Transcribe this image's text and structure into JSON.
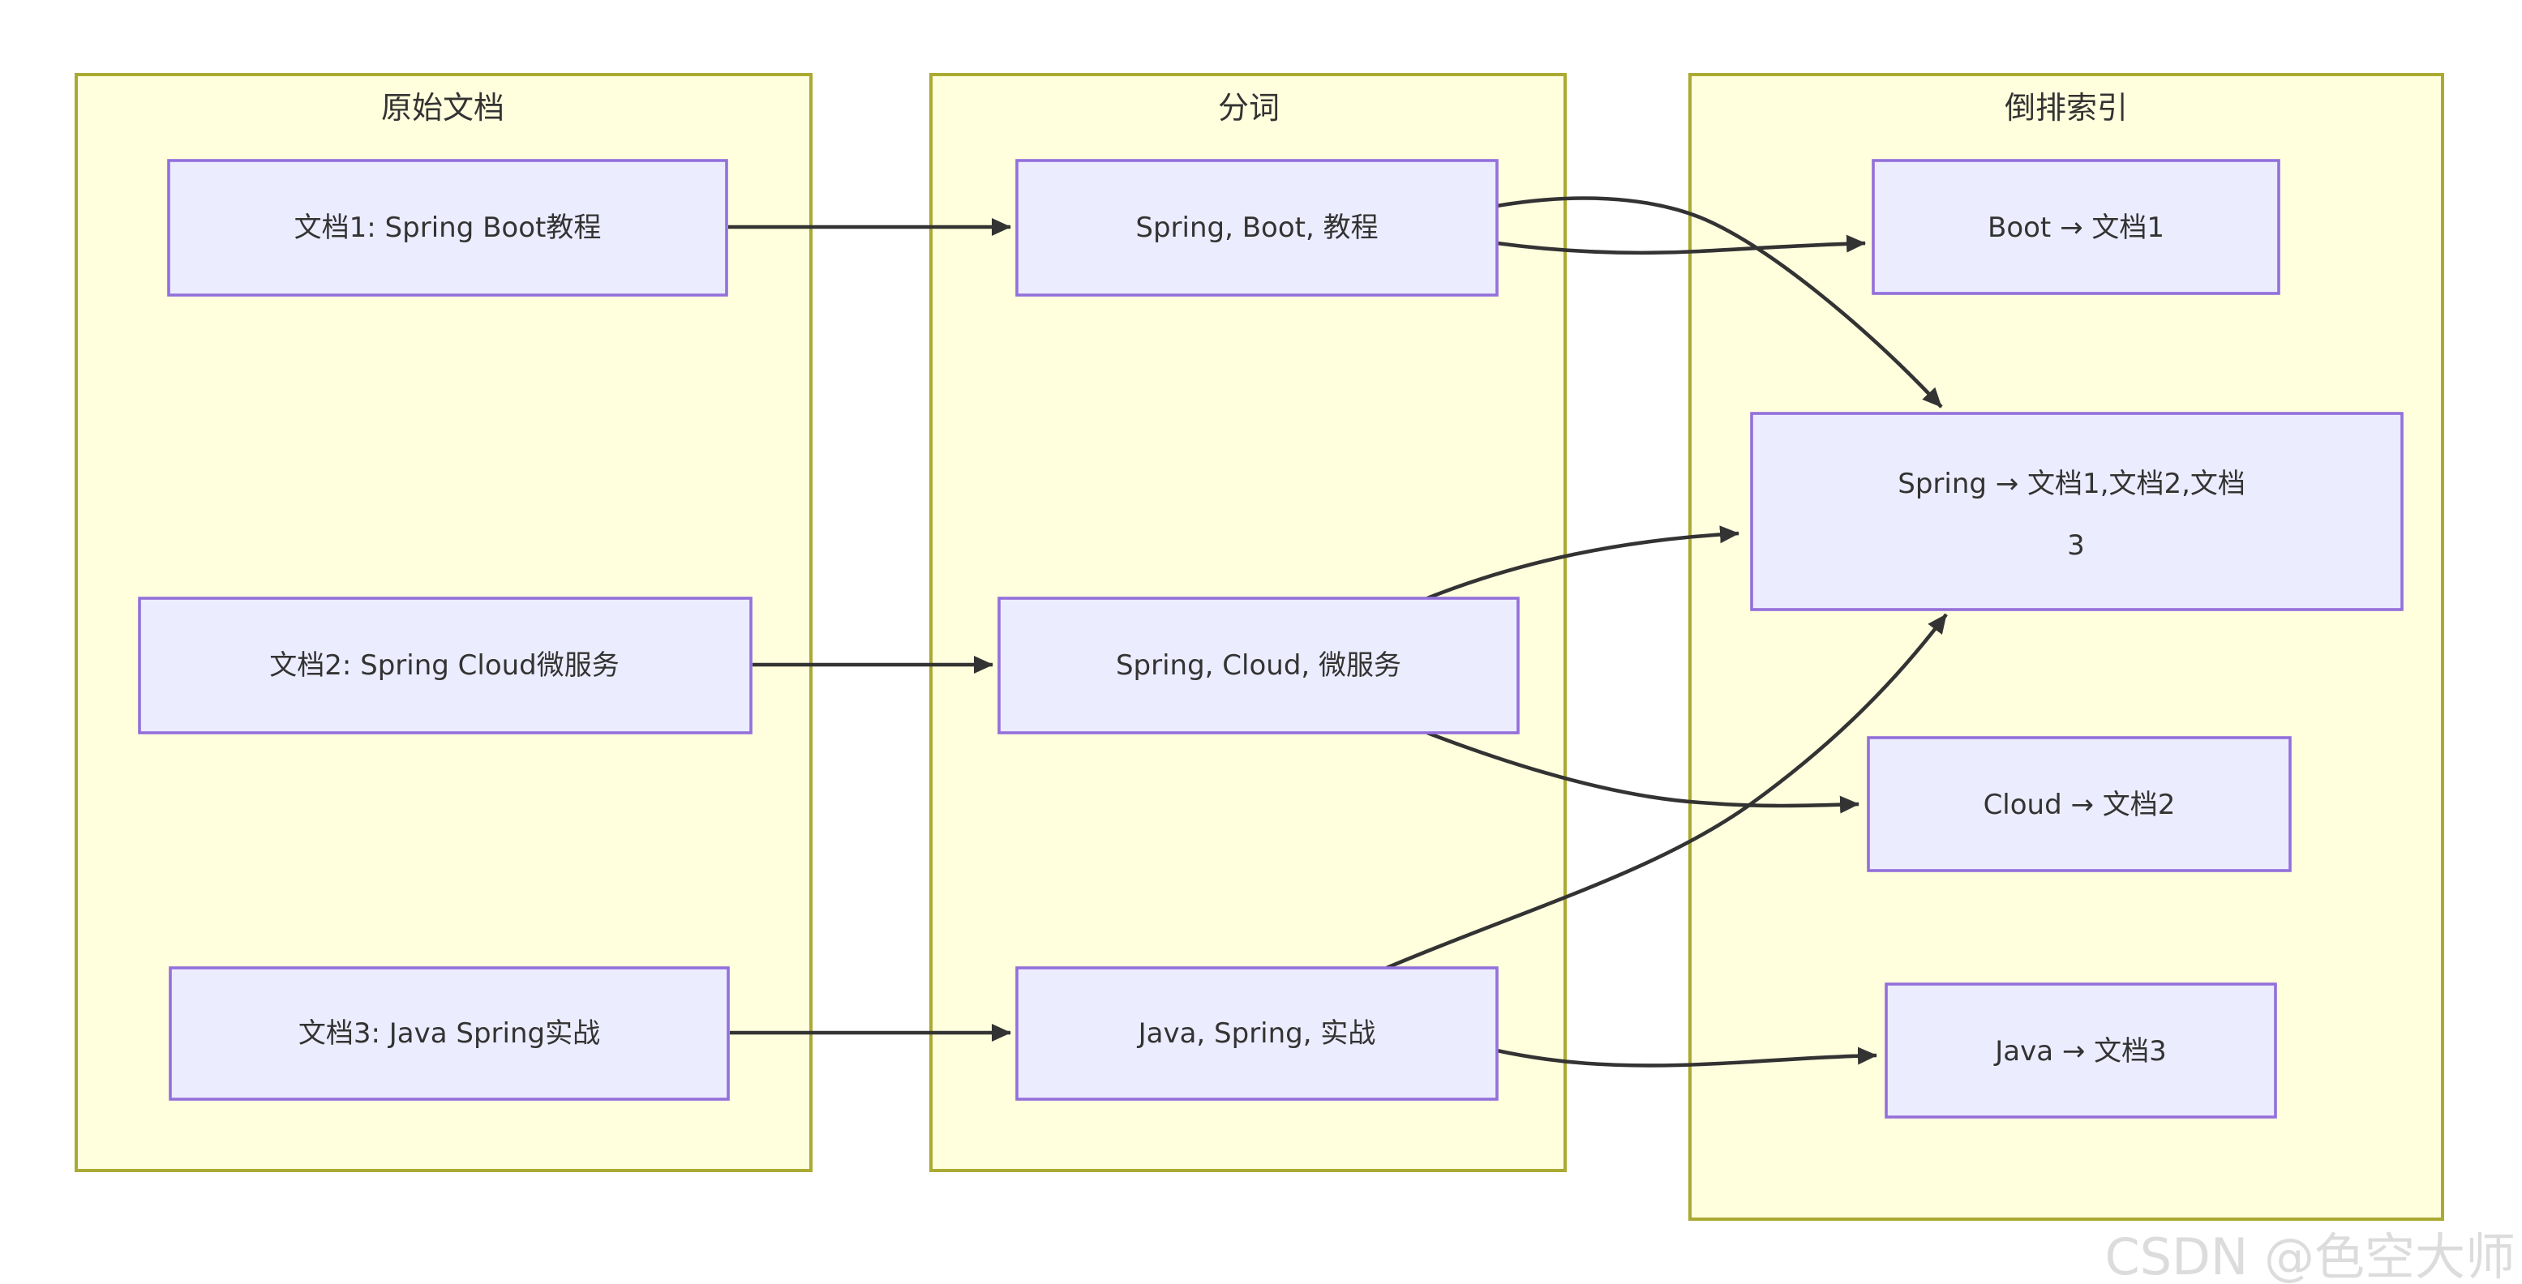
{
  "groups": [
    {
      "id": "source-docs",
      "title": "原始文档"
    },
    {
      "id": "tokenize",
      "title": "分词"
    },
    {
      "id": "inverted-index",
      "title": "倒排索引"
    }
  ],
  "nodes": {
    "doc1": {
      "label": "文档1: Spring Boot教程"
    },
    "doc2": {
      "label": "文档2: Spring Cloud微服务"
    },
    "doc3": {
      "label": "文档3: Java Spring实战"
    },
    "tok1": {
      "label": "Spring, Boot, 教程"
    },
    "tok2": {
      "label": "Spring, Cloud, 微服务"
    },
    "tok3": {
      "label": "Java, Spring, 实战"
    },
    "idx_boot": {
      "label": "Boot → 文档1"
    },
    "idx_spring": {
      "label": "Spring → 文档1,文档2,文档3",
      "lines": [
        "Spring → 文档1,文档2,文档",
        "3"
      ]
    },
    "idx_cloud": {
      "label": "Cloud → 文档2"
    },
    "idx_java": {
      "label": "Java → 文档3"
    }
  },
  "edges": [
    {
      "from": "doc1",
      "to": "tok1"
    },
    {
      "from": "doc2",
      "to": "tok2"
    },
    {
      "from": "doc3",
      "to": "tok3"
    },
    {
      "from": "tok1",
      "to": "idx_boot"
    },
    {
      "from": "tok1",
      "to": "idx_spring"
    },
    {
      "from": "tok2",
      "to": "idx_spring"
    },
    {
      "from": "tok2",
      "to": "idx_cloud"
    },
    {
      "from": "tok3",
      "to": "idx_spring"
    },
    {
      "from": "tok3",
      "to": "idx_java"
    }
  ],
  "watermark": {
    "text": "CSDN @色空大师"
  },
  "colors": {
    "group_fill": "#ffffde",
    "group_border": "#aaaa33",
    "node_fill": "#ECECFF",
    "node_border": "#9370DB",
    "edge": "#333333",
    "text": "#333333",
    "watermark": "#dcdcdc",
    "background": "#ffffff"
  }
}
